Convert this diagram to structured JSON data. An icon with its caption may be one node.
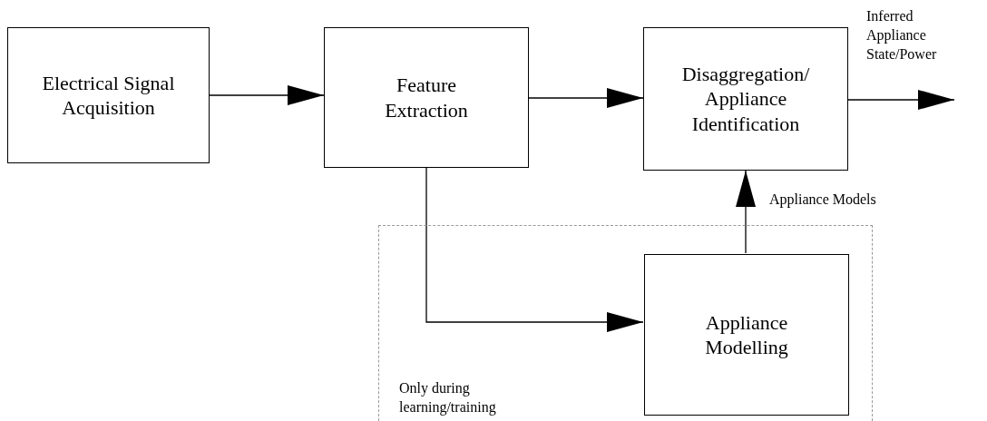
{
  "diagram": {
    "nodes": [
      {
        "text": [
          "Electrical Signal Acquisition"
        ]
      },
      {
        "text": [
          "Feature Extraction"
        ]
      },
      {
        "text": [
          "Disaggregation/ Appliance Identification"
        ]
      },
      {
        "text": [
          "Only during learning/training"
        ]
      },
      {
        "text": [
          "Appliance Modelling"
        ],
        "in": 3
      }
    ],
    "edges": [
      {
        "from": 0,
        "to": 1,
        "arrow": "to"
      },
      {
        "from": 1,
        "to": 2,
        "arrow": "to"
      },
      {
        "from": 1,
        "to": 4,
        "arrow": "to"
      },
      {
        "from": 4,
        "to": 2,
        "arrow": "to",
        "label": "Appliance Models"
      },
      {
        "from": 2,
        "to": null,
        "arrow": "to",
        "label": "Inferred Appliance State/Power"
      }
    ]
  }
}
